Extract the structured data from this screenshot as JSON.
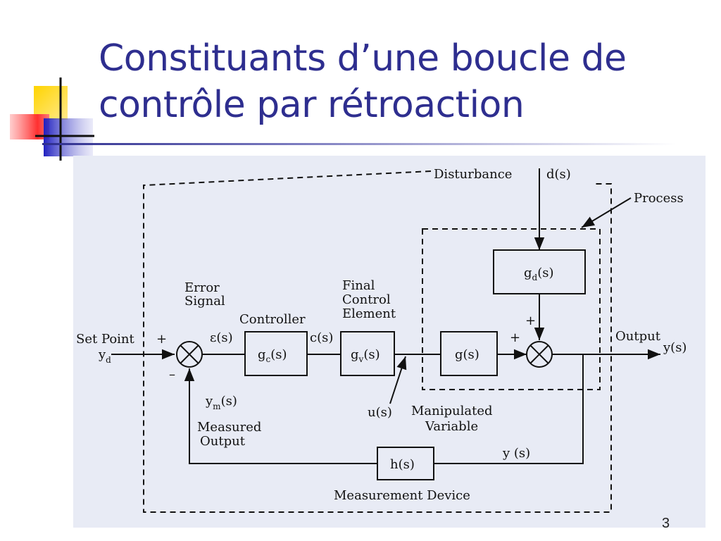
{
  "slide": {
    "title_line1": "Constituants d’une boucle de",
    "title_line2": "contrôle par rétroaction",
    "page_number": "3"
  },
  "diagram": {
    "disturbance_label": "Disturbance",
    "disturbance_signal": "d(s)",
    "process_label": "Process",
    "error_label_line1": "Error",
    "error_label_line2": "Signal",
    "error_signal": "ε(s)",
    "controller_label": "Controller",
    "controller_block": "g",
    "controller_block_sub": "c",
    "controller_block_arg": "(s)",
    "controller_output": "c(s)",
    "final_element_line1": "Final",
    "final_element_line2": "Control",
    "final_element_line3": "Element",
    "valve_block": "g",
    "valve_block_sub": "v",
    "valve_block_arg": "(s)",
    "process_block": "g(s)",
    "disturbance_block": "g",
    "disturbance_block_sub": "d",
    "disturbance_block_arg": "(s)",
    "set_point_label": "Set Point",
    "set_point_symbol": "y",
    "set_point_symbol_sub": "d",
    "plus_sign": "+",
    "minus_sign": "–",
    "output_label": "Output",
    "output_signal": "y(s)",
    "manipulated_var_signal": "u(s)",
    "manipulated_label_line1": "Manipulated",
    "manipulated_label_line2": "Variable",
    "measured_signal": "y",
    "measured_signal_sub": "m",
    "measured_signal_arg": "(s)",
    "measured_label_line1": "Measured",
    "measured_label_line2": "Output",
    "sensor_block": "h(s)",
    "sensor_output": "y (s)",
    "measurement_device_label": "Measurement Device"
  }
}
